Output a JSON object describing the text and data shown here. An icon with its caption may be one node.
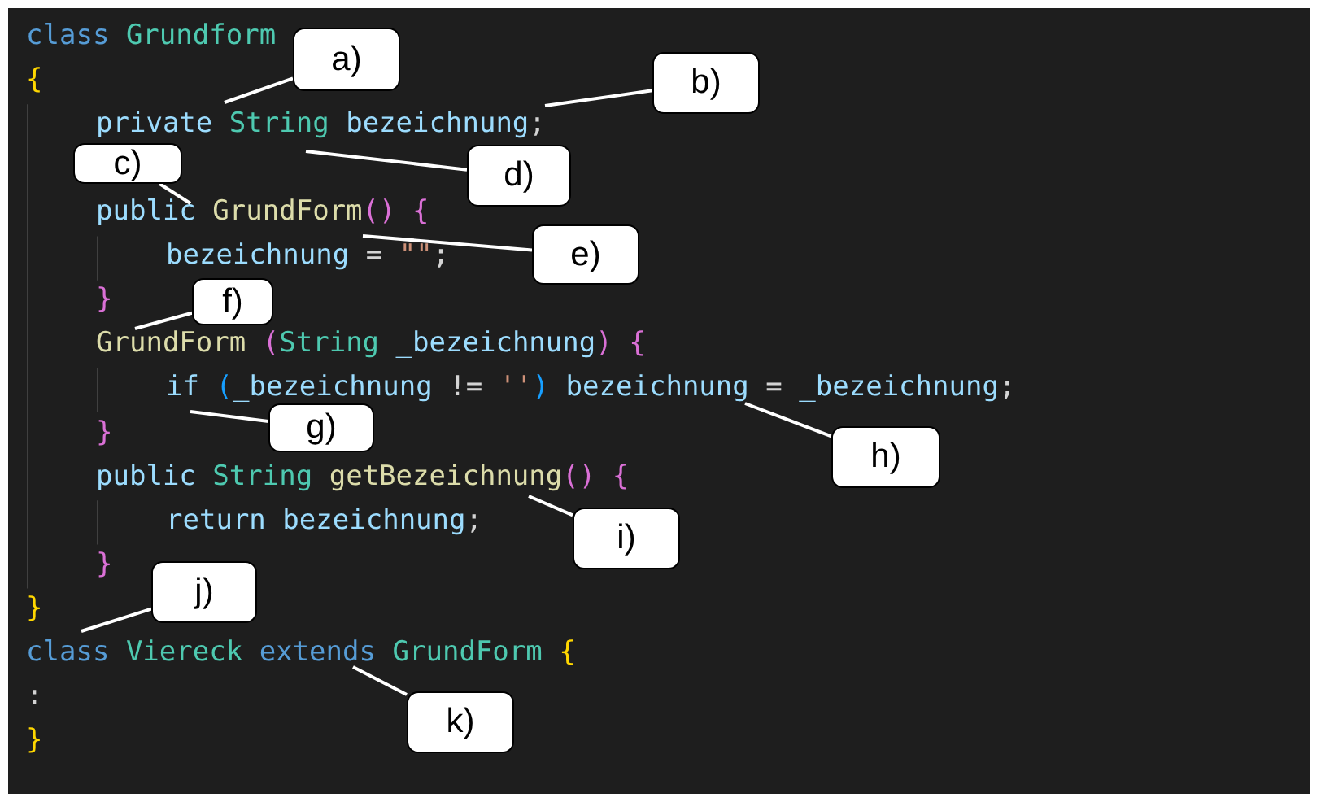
{
  "diagram": {
    "nodes": [
      {
        "text": [
          "a)"
        ]
      },
      {
        "text": [
          "b)"
        ]
      },
      {
        "text": [
          "c)"
        ]
      },
      {
        "text": [
          "d)"
        ]
      },
      {
        "text": [
          "e)"
        ]
      },
      {
        "text": [
          "f)"
        ]
      },
      {
        "text": [
          "g)"
        ]
      },
      {
        "text": [
          "h)"
        ]
      },
      {
        "text": [
          "i)"
        ]
      },
      {
        "text": [
          "j)"
        ]
      },
      {
        "text": [
          "k)"
        ]
      },
      {
        "text": [
          "class Grundform"
        ]
      },
      {
        "text": [
          "{"
        ]
      },
      {
        "text": [
          "private String bezeichnung;"
        ]
      },
      {
        "text": [
          "public GrundForm() {"
        ]
      },
      {
        "text": [
          "bezeichnung = \"\";"
        ]
      },
      {
        "text": [
          "}"
        ]
      },
      {
        "text": [
          "GrundForm (String _bezeichnung) {"
        ]
      },
      {
        "text": [
          "if (_bezeichnung != '') bezeichnung = _bezeichnung;"
        ]
      },
      {
        "text": [
          "}"
        ]
      },
      {
        "text": [
          "public String getBezeichnung() {"
        ]
      },
      {
        "text": [
          "return bezeichnung;"
        ]
      },
      {
        "text": [
          "}"
        ]
      },
      {
        "text": [
          "}"
        ]
      },
      {
        "text": [
          "class Viereck extends GrundForm {"
        ]
      },
      {
        "text": [
          ":"
        ]
      },
      {
        "text": [
          "}"
        ]
      }
    ],
    "edges": [
      {
        "from": 0,
        "to": 13,
        "arrow": "none"
      },
      {
        "from": 1,
        "to": 13,
        "arrow": "none"
      },
      {
        "from": 2,
        "to": 14,
        "arrow": "none"
      },
      {
        "from": 3,
        "to": 13,
        "arrow": "none"
      },
      {
        "from": 4,
        "to": 14,
        "arrow": "none"
      },
      {
        "from": 5,
        "to": 17,
        "arrow": "none"
      },
      {
        "from": 6,
        "to": 18,
        "arrow": "none"
      },
      {
        "from": 7,
        "to": 18,
        "arrow": "none"
      },
      {
        "from": 8,
        "to": 20,
        "arrow": "none"
      },
      {
        "from": 9,
        "to": 24,
        "arrow": "none"
      },
      {
        "from": 10,
        "to": 24,
        "arrow": "none"
      }
    ]
  }
}
